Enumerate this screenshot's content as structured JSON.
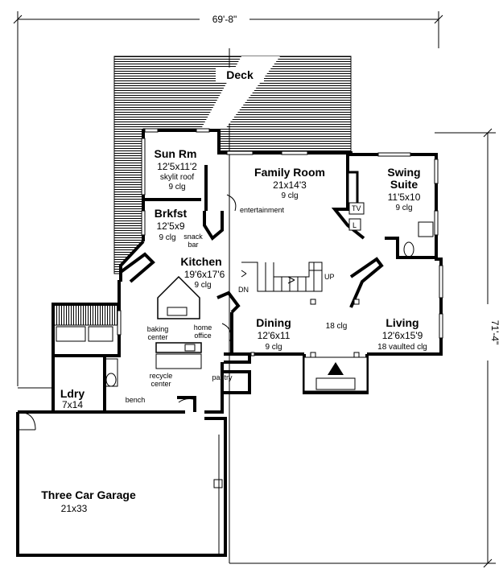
{
  "overall": {
    "width": "69'-8\"",
    "depth": "71'-4\""
  },
  "rooms": {
    "deck": {
      "name": "Deck"
    },
    "sunroom": {
      "name": "Sun Rm",
      "size": "12'5x11'2",
      "note1": "skylit roof",
      "note2": "9 clg"
    },
    "family": {
      "name": "Family Room",
      "size": "21x14'3",
      "clg": "9 clg"
    },
    "swing": {
      "name1": "Swing",
      "name2": "Suite",
      "size": "11'5x10",
      "clg": "9 clg"
    },
    "brkfst": {
      "name": "Brkfst",
      "size": "12'5x9",
      "clg": "9 clg"
    },
    "kitchen": {
      "name": "Kitchen",
      "size": "19'6x17'6",
      "clg": "9 clg"
    },
    "dining": {
      "name": "Dining",
      "size": "12'6x11",
      "clg": "9 clg"
    },
    "living": {
      "name": "Living",
      "size": "12'6x15'9",
      "clg": "18 vaulted clg"
    },
    "foyer": {
      "clg": "18 clg"
    },
    "laundry": {
      "name": "Ldry",
      "size": "7x14"
    },
    "garage": {
      "name": "Three Car Garage",
      "size": "21x33"
    }
  },
  "labels": {
    "entertainment": "entertainment",
    "snack1": "snack",
    "snack2": "bar",
    "tv": "TV",
    "l": "L",
    "up": "UP",
    "dn": "DN",
    "baking1": "baking",
    "baking2": "center",
    "home1": "home",
    "home2": "office",
    "recycle1": "recycle",
    "recycle2": "center",
    "pantry": "pantry",
    "bench": "bench"
  }
}
